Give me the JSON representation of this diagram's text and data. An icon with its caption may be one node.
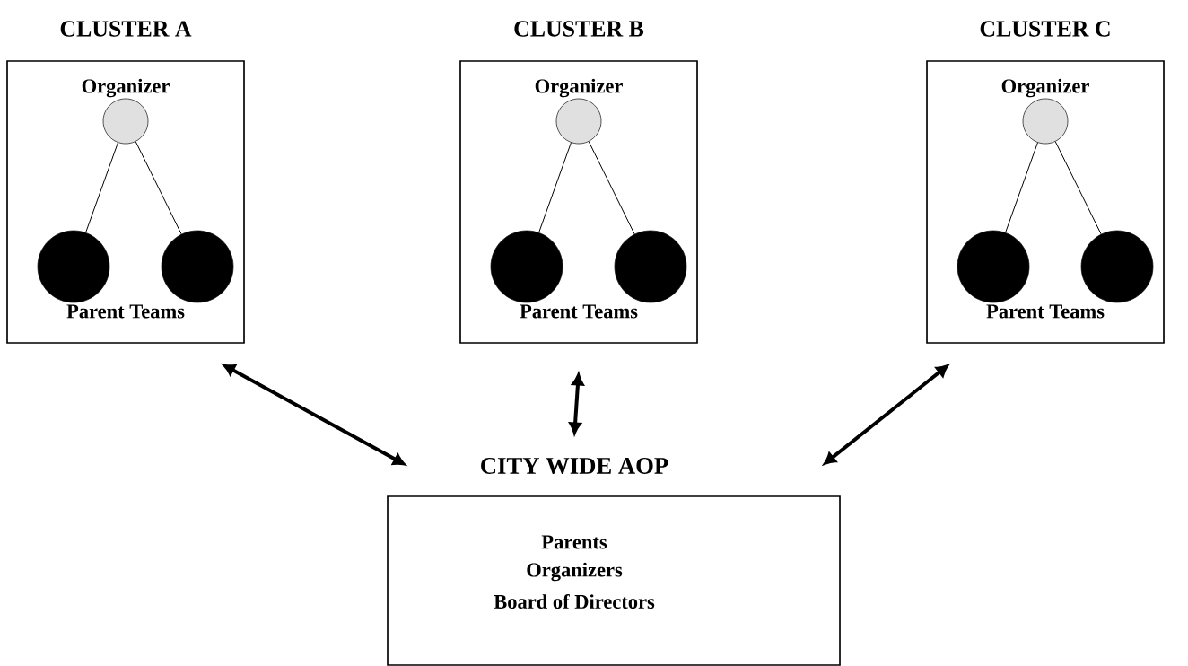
{
  "diagram": {
    "nodes": [
      {
        "text": [
          "CLUSTER A",
          "Parent Teams"
        ]
      },
      {
        "text": [
          "Organizer"
        ],
        "in": 0
      },
      {
        "text": [],
        "shape": "circle",
        "in": 0
      },
      {
        "text": [],
        "shape": "circle",
        "in": 0
      },
      {
        "text": [
          "CLUSTER B",
          "Parent Teams"
        ]
      },
      {
        "text": [
          "Organizer"
        ],
        "in": 4
      },
      {
        "text": [],
        "shape": "circle",
        "in": 4
      },
      {
        "text": [],
        "shape": "circle",
        "in": 4
      },
      {
        "text": [
          "CLUSTER C",
          "Parent Teams"
        ]
      },
      {
        "text": [
          "Organizer"
        ],
        "in": 8
      },
      {
        "text": [],
        "shape": "circle",
        "in": 8
      },
      {
        "text": [],
        "shape": "circle",
        "in": 8
      },
      {
        "text": [
          "CITY WIDE AOP",
          "Parents",
          "Organizers",
          "Board of Directors"
        ]
      }
    ],
    "edges": [
      {
        "from": 1,
        "to": 2,
        "arrow": "none"
      },
      {
        "from": 1,
        "to": 3,
        "arrow": "none"
      },
      {
        "from": 5,
        "to": 6,
        "arrow": "none"
      },
      {
        "from": 5,
        "to": 7,
        "arrow": "none"
      },
      {
        "from": 9,
        "to": 10,
        "arrow": "none"
      },
      {
        "from": 9,
        "to": 11,
        "arrow": "none"
      },
      {
        "from": 0,
        "to": 12,
        "arrow": "both",
        "style": "thick"
      },
      {
        "from": 4,
        "to": 12,
        "arrow": "both",
        "style": "thick"
      },
      {
        "from": 8,
        "to": 12,
        "arrow": "both",
        "style": "thick"
      }
    ]
  }
}
